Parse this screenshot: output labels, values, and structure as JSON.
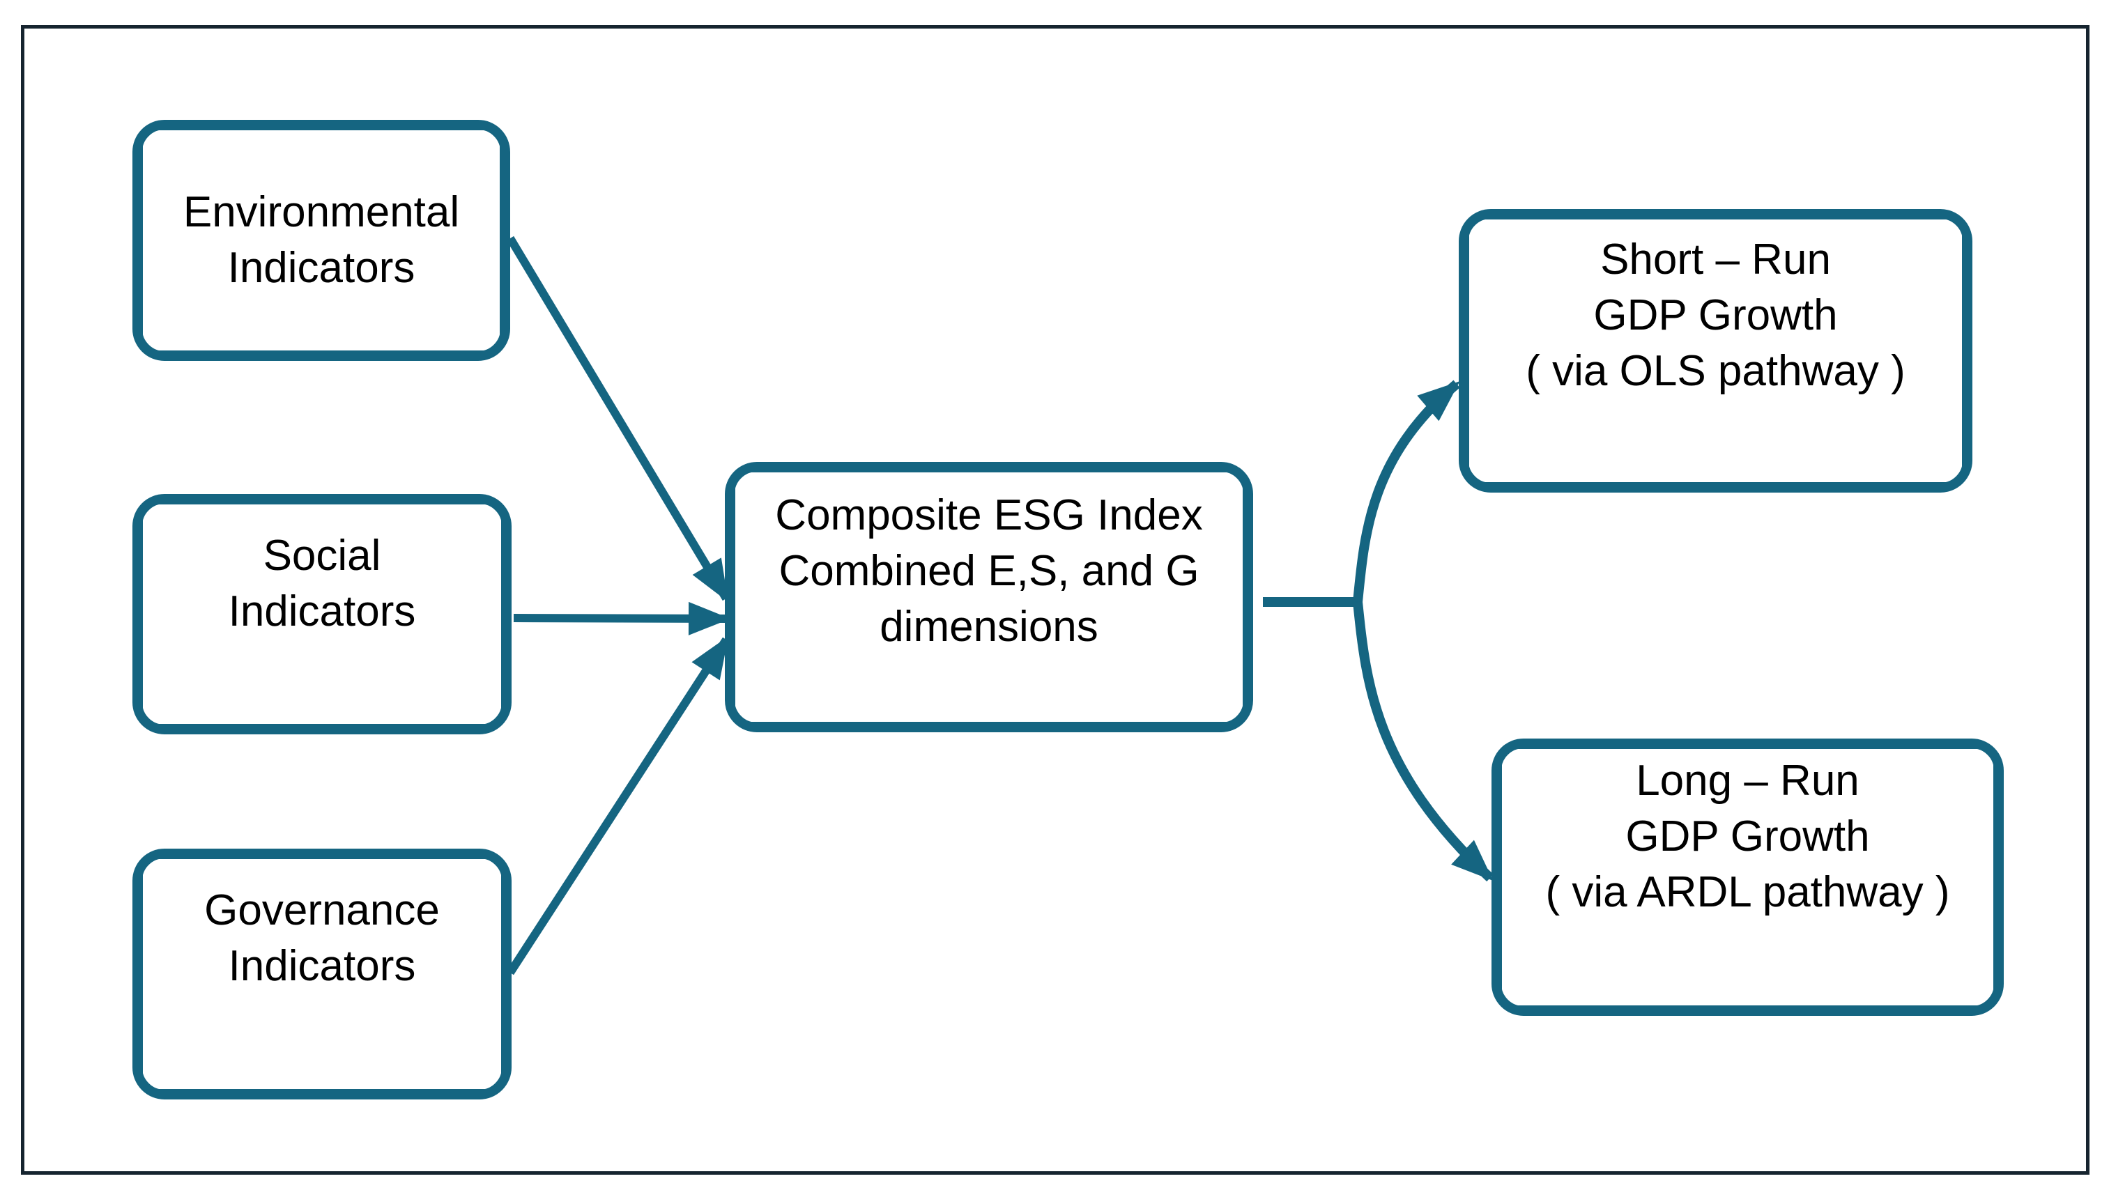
{
  "theme": {
    "accent_color": "#156581",
    "frame_color": "#16242f",
    "node_fill": "#ffffff",
    "text_color": "#000000"
  },
  "nodes": {
    "environmental": {
      "label": "Environmental\nIndicators"
    },
    "social": {
      "label": "Social\nIndicators"
    },
    "governance": {
      "label": "Governance\nIndicators"
    },
    "esg_index": {
      "label": "Composite ESG Index\nCombined E,S, and G\ndimensions"
    },
    "short_run": {
      "label": "Short – Run\nGDP Growth\n( via OLS pathway )"
    },
    "long_run": {
      "label": "Long – Run\nGDP Growth\n( via ARDL pathway )"
    }
  },
  "edges": [
    {
      "from": "environmental",
      "to": "esg_index"
    },
    {
      "from": "social",
      "to": "esg_index"
    },
    {
      "from": "governance",
      "to": "esg_index"
    },
    {
      "from": "esg_index",
      "to": "short_run"
    },
    {
      "from": "esg_index",
      "to": "long_run"
    }
  ]
}
